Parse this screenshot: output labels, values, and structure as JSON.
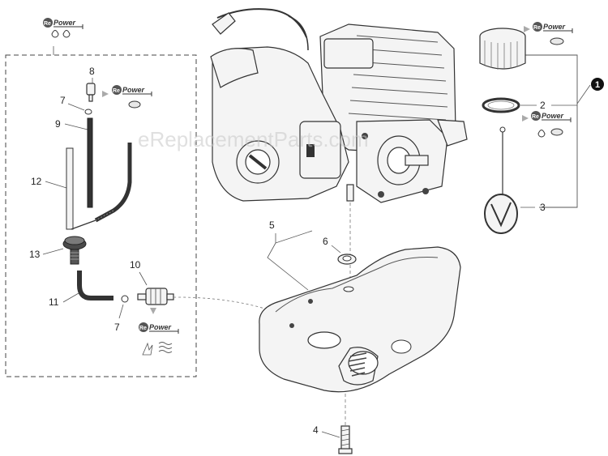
{
  "watermark": "eReplacementParts.com",
  "callouts": {
    "c1": "1",
    "c2": "2",
    "c3": "3",
    "c4": "4",
    "c5": "5",
    "c6": "6",
    "c7a": "7",
    "c7b": "7",
    "c8": "8",
    "c9": "9",
    "c10": "10",
    "c11": "11",
    "c12": "12",
    "c13": "13"
  },
  "logo": {
    "re": "Re",
    "power": "Power"
  }
}
